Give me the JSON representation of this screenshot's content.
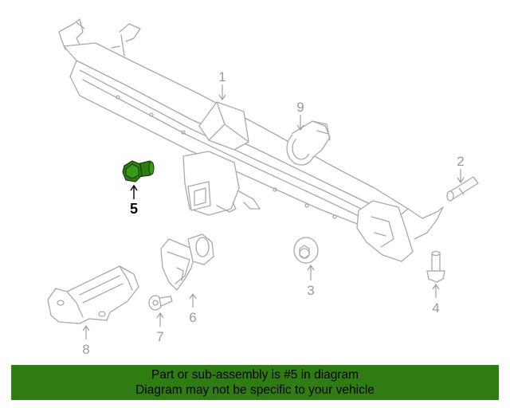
{
  "callouts": {
    "c1": "1",
    "c2": "2",
    "c3": "3",
    "c4": "4",
    "c5": "5",
    "c6": "6",
    "c7": "7",
    "c8": "8",
    "c9": "9"
  },
  "highlight_color": "#2f7d12",
  "banner": {
    "line1": "Part or sub-assembly is #5 in diagram",
    "line2": "Diagram may not be specific to your vehicle"
  }
}
